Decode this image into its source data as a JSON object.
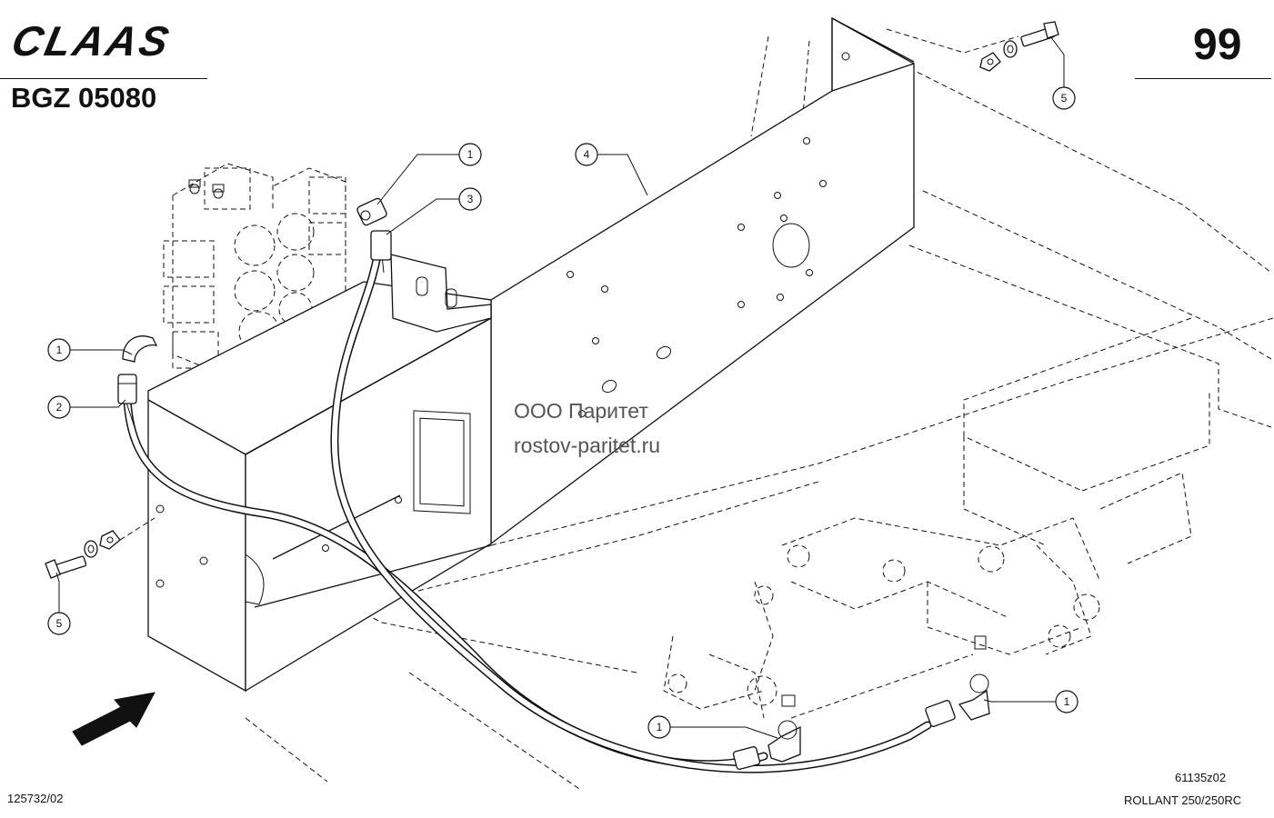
{
  "header": {
    "logo": "CLAAS",
    "doc_code": "BGZ 05080",
    "page_number": "99"
  },
  "watermark": {
    "line1": "ООО Паритет",
    "line2": "rostov-paritet.ru"
  },
  "footer": {
    "drawing_no": "61135z02",
    "model": "ROLLANT 250/250RC",
    "doc_ref": "125732/02"
  },
  "callouts": [
    {
      "label": "1"
    },
    {
      "label": "3"
    },
    {
      "label": "4"
    },
    {
      "label": "5"
    },
    {
      "label": "1"
    },
    {
      "label": "2"
    },
    {
      "label": "5"
    },
    {
      "label": "1"
    },
    {
      "label": "1"
    }
  ]
}
